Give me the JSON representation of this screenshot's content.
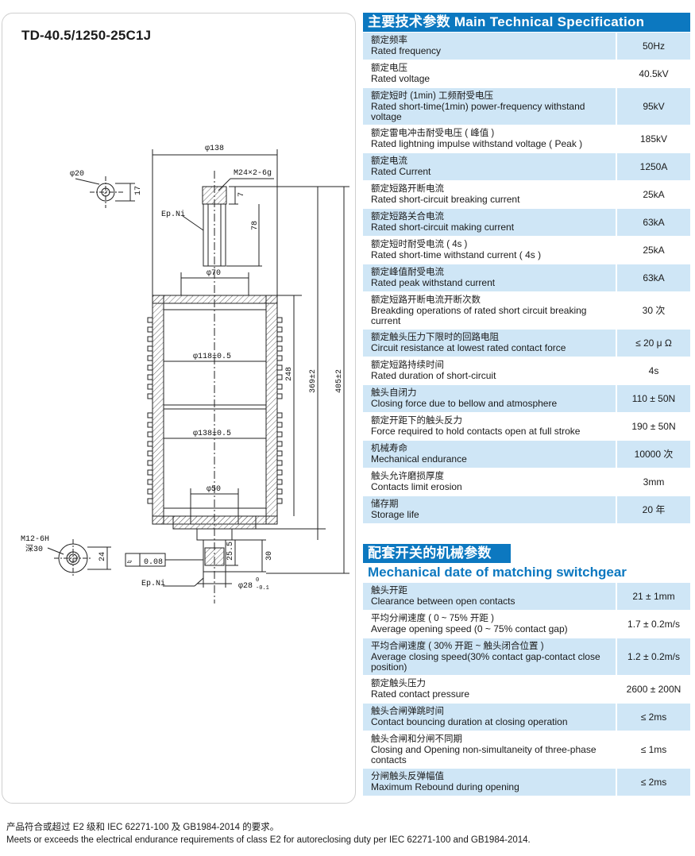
{
  "model": "TD-40.5/1250-25C1J",
  "drawing": {
    "dims": {
      "overall_diameter": "φ138",
      "top_dia": "φ20",
      "thread": "M24×2-6g",
      "h17": "17",
      "h7": "7",
      "h78": "78",
      "plating_top": "Ep.Ni",
      "dia70": "φ70",
      "dia118": "φ118±0.5",
      "dia138": "φ138±0.5",
      "h248": "248",
      "h369": "369±2",
      "h405": "405±2",
      "dia50": "φ50",
      "thread_bottom": "M12-6H",
      "depth": "深30",
      "h24": "24",
      "tol_symbol": "▱",
      "tol_value": "0.08",
      "h25_5": "25.5",
      "h30": "30",
      "plating_bottom": "Ep.Ni",
      "dia28": "φ28",
      "dia28_upper": "0",
      "dia28_lower": "-0.1"
    }
  },
  "spec": {
    "title": "主要技术参数 Main Technical Specification",
    "rows": [
      {
        "zh": "额定频率",
        "en": "Rated frequency",
        "value": "50Hz"
      },
      {
        "zh": "额定电压",
        "en": "Rated voltage",
        "value": "40.5kV"
      },
      {
        "zh": "额定短时 (1min) 工频耐受电压",
        "en": "Rated short-time(1min) power-frequency withstand voltage",
        "value": "95kV"
      },
      {
        "zh": "额定雷电冲击耐受电压 ( 峰值 )",
        "en": "Rated lightning impulse withstand voltage ( Peak )",
        "value": "185kV"
      },
      {
        "zh": "额定电流",
        "en": "Rated Current",
        "value": "1250A"
      },
      {
        "zh": "额定短路开断电流",
        "en": "Rated short-circuit breaking current",
        "value": "25kA"
      },
      {
        "zh": "额定短路关合电流",
        "en": "Rated short-circuit making current",
        "value": "63kA"
      },
      {
        "zh": "额定短时耐受电流 ( 4s )",
        "en": "Rated short-time withstand current ( 4s )",
        "value": "25kA"
      },
      {
        "zh": "额定峰值耐受电流",
        "en": "Rated peak withstand current",
        "value": "63kA"
      },
      {
        "zh": "额定短路开断电流开断次数",
        "en": "Breakding operations of rated short circuit breaking current",
        "value": "30 次"
      },
      {
        "zh": "额定触头压力下限时的回路电阻",
        "en": "Circuit resistance at lowest rated contact force",
        "value": "≤ 20 μ Ω"
      },
      {
        "zh": "额定短路持续时间",
        "en": "Rated duration of short-circuit",
        "value": "4s"
      },
      {
        "zh": "触头自闭力",
        "en": "Closing force due to bellow and atmosphere",
        "value": "110 ± 50N"
      },
      {
        "zh": "额定开距下的触头反力",
        "en": "Force required to hold contacts open at full stroke",
        "value": "190 ± 50N"
      },
      {
        "zh": "机械寿命",
        "en": "Mechanical endurance",
        "value": "10000 次"
      },
      {
        "zh": "触头允许磨损厚度",
        "en": "Contacts limit erosion",
        "value": "3mm"
      },
      {
        "zh": "储存期",
        "en": "Storage life",
        "value": "20 年"
      }
    ]
  },
  "mech": {
    "title": "配套开关的机械参数",
    "subtitle": "Mechanical date of matching switchgear",
    "rows": [
      {
        "zh": "触头开距",
        "en": "Clearance between open contacts",
        "value": "21 ± 1mm"
      },
      {
        "zh": "平均分闸速度 ( 0 ~ 75% 开距 )",
        "en": "Average opening speed (0 ~ 75% contact gap)",
        "value": "1.7 ± 0.2m/s"
      },
      {
        "zh": "平均合闸速度 ( 30% 开距 ~ 触头闭合位置 )",
        "en": "Average closing speed(30% contact gap-contact close position)",
        "value": "1.2 ± 0.2m/s"
      },
      {
        "zh": "额定触头压力",
        "en": "Rated contact pressure",
        "value": "2600 ± 200N"
      },
      {
        "zh": "触头合闸弹跳时间",
        "en": "Contact bouncing duration at closing operation",
        "value": "≤ 2ms"
      },
      {
        "zh": "触头合闸和分闸不同期",
        "en": "Closing and Opening non-simultaneity of three-phase contacts",
        "value": "≤ 1ms"
      },
      {
        "zh": "分闸触头反弹幅值",
        "en": "Maximum Rebound during opening",
        "value": "≤ 2ms"
      }
    ]
  },
  "footnote": {
    "zh": "产品符合或超过 E2 级和 IEC 62271-100 及 GB1984-2014 的要求。",
    "en": "Meets or exceeds the electrical endurance requirements of class E2 for autoreclosing duty per IEC 62271-100 and GB1984-2014."
  },
  "colors": {
    "accent": "#0c78c0",
    "row_blue": "#cfe6f6"
  }
}
